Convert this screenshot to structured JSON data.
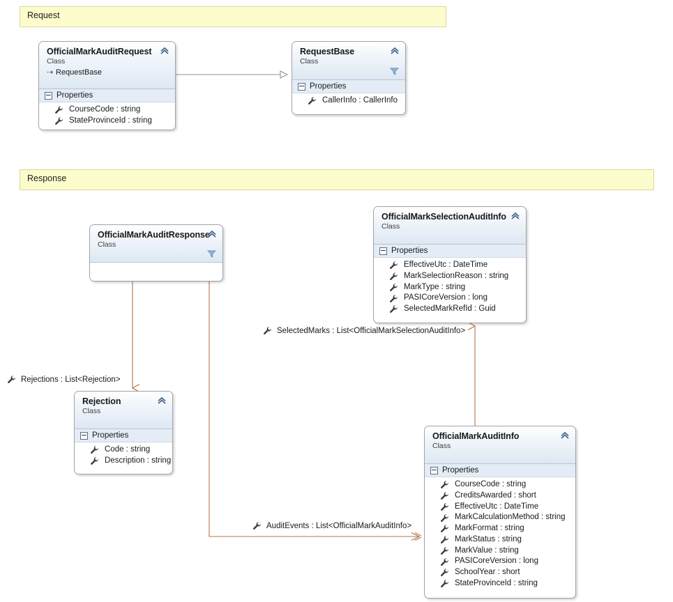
{
  "diagram": {
    "title": "OfficialMarkAudit class diagram",
    "accent_link_color": "#b5754a",
    "inherit_link_color": "#8c8f93",
    "banner_fill": "#fcfccc",
    "header_gradient_top": "#ffffff",
    "header_gradient_bottom": "#dde8f3",
    "compartment_fill": "#e4ecf5"
  },
  "banners": [
    {
      "name": "request-banner",
      "label": "Request"
    },
    {
      "name": "response-banner",
      "label": "Response"
    }
  ],
  "classes": [
    {
      "id": "official-mark-audit-request",
      "title": "OfficialMarkAuditRequest",
      "stereotype": "Class",
      "base": "RequestBase",
      "base_glyph": "⇢",
      "chevron": "collapse-chevron-icon",
      "funnel": false,
      "compartment": "Properties",
      "members": [
        "CourseCode : string",
        "StateProvinceId : string"
      ]
    },
    {
      "id": "request-base",
      "title": "RequestBase",
      "stereotype": "Class",
      "base": "",
      "chevron": "collapse-chevron-icon",
      "funnel": true,
      "compartment": "Properties",
      "members": [
        "CallerInfo : CallerInfo"
      ]
    },
    {
      "id": "official-mark-audit-response",
      "title": "OfficialMarkAuditResponse",
      "stereotype": "Class",
      "base": "",
      "chevron": "collapse-chevron-icon",
      "funnel": true,
      "compartment": "",
      "members": []
    },
    {
      "id": "official-mark-selection-audit-info",
      "title": "OfficialMarkSelectionAuditInfo",
      "stereotype": "Class",
      "base": "",
      "chevron": "collapse-chevron-icon",
      "funnel": false,
      "compartment": "Properties",
      "members": [
        "EffectiveUtc : DateTime",
        "MarkSelectionReason : string",
        "MarkType : string",
        "PASICoreVersion : long",
        "SelectedMarkRefId : Guid"
      ]
    },
    {
      "id": "rejection",
      "title": "Rejection",
      "stereotype": "Class",
      "base": "",
      "chevron": "collapse-chevron-icon",
      "funnel": false,
      "compartment": "Properties",
      "members": [
        "Code : string",
        "Description : string"
      ]
    },
    {
      "id": "official-mark-audit-info",
      "title": "OfficialMarkAuditInfo",
      "stereotype": "Class",
      "base": "",
      "chevron": "collapse-chevron-icon",
      "funnel": false,
      "compartment": "Properties",
      "members": [
        "CourseCode : string",
        "CreditsAwarded : short",
        "EffectiveUtc : DateTime",
        "MarkCalculationMethod : string",
        "MarkFormat : string",
        "MarkStatus : string",
        "MarkValue : string",
        "PASICoreVersion : long",
        "SchoolYear : short",
        "StateProvinceId : string"
      ]
    }
  ],
  "associations": [
    {
      "name": "rejections-association",
      "label": "Rejections : List<Rejection>"
    },
    {
      "name": "selected-marks-association",
      "label": "SelectedMarks : List<OfficialMarkSelectionAuditInfo>"
    },
    {
      "name": "audit-events-association",
      "label": "AuditEvents : List<OfficialMarkAuditInfo>"
    }
  ],
  "inheritance": [
    {
      "name": "request-inheritance",
      "from": "OfficialMarkAuditRequest",
      "to": "RequestBase"
    }
  ]
}
